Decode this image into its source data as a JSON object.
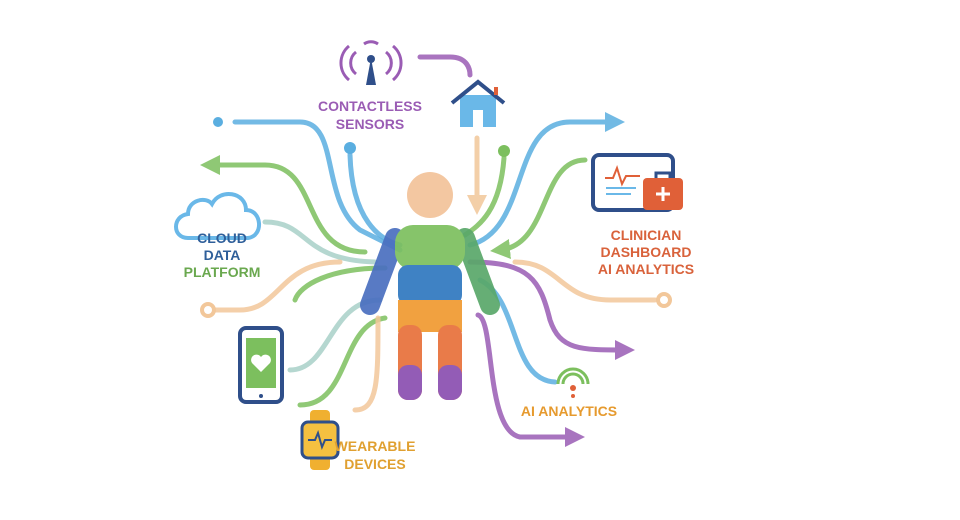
{
  "labels": {
    "contactless": [
      "CONTACTLESS",
      "SENSORS"
    ],
    "cloud": [
      "CLOUD",
      "DATA",
      "PLATFORM"
    ],
    "clinician": [
      "CLINICIAN",
      "DASHBOARD",
      "AI ANALYTICS"
    ],
    "ai": "AI ANALYTICS",
    "wearable": [
      "WEARABLE",
      "DEVICES"
    ]
  },
  "colors": {
    "blue": "#5aaee0",
    "green": "#7cbf5e",
    "purple": "#9a5cb4",
    "peach": "#f2c79a",
    "orange": "#e8a23a",
    "red": "#e06038",
    "navy": "#2f4f8a"
  }
}
